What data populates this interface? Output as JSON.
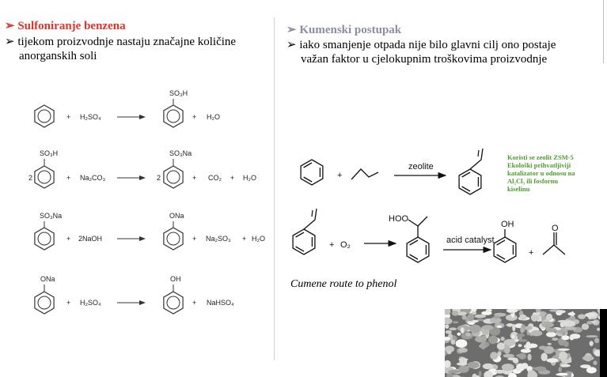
{
  "left": {
    "title": "Sulfoniranje benzena",
    "bullet_line1": "tijekom proizvodnje nastaju značajne količine",
    "bullet_line2": "anorganskih soli",
    "reactions": [
      {
        "reagent": "H₂SO₄",
        "products": "H₂O",
        "sub_reactant": "",
        "sub_product": "SO₃H"
      },
      {
        "coef_left": "2",
        "reagent": "Na₂CO₃",
        "coef_right": "2",
        "p1": "CO₂",
        "p2": "H₂O",
        "sub_reactant": "SO₃H",
        "sub_product": "SO₃Na"
      },
      {
        "reagent": "2NaOH",
        "p1": "Na₂SO₃",
        "p2": "H₂O",
        "sub_reactant": "SO₃Na",
        "sub_product": "ONa"
      },
      {
        "reagent": "H₂SO₄",
        "p1": "NaHSO₄",
        "sub_reactant": "ONa",
        "sub_product": "OH"
      }
    ],
    "plus": "+"
  },
  "right": {
    "title": "Kumenski postupak",
    "bullet_line1": "iako smanjenje otpada nije bilo glavni cilj ono postaje",
    "bullet_line2": "važan faktor u cjelokupnim troškovima proizvodnje",
    "arrow1_label": "zeolite",
    "o2": "O₂",
    "hoo": "HOO",
    "arrow2_label": "acid catalyst",
    "oh": "OH",
    "ketone_o": "O",
    "note": "Koristi se zeolit ZSM-5 Ekološki prihvatljiviji katalizator u odnosu na Al₂Cl₃ ili fosfornu kiselinu",
    "caption": "Cumene route to phenol"
  },
  "colors": {
    "left_title": "#e0312b",
    "right_title": "#8a8fa0",
    "note": "#4f9a2f"
  }
}
